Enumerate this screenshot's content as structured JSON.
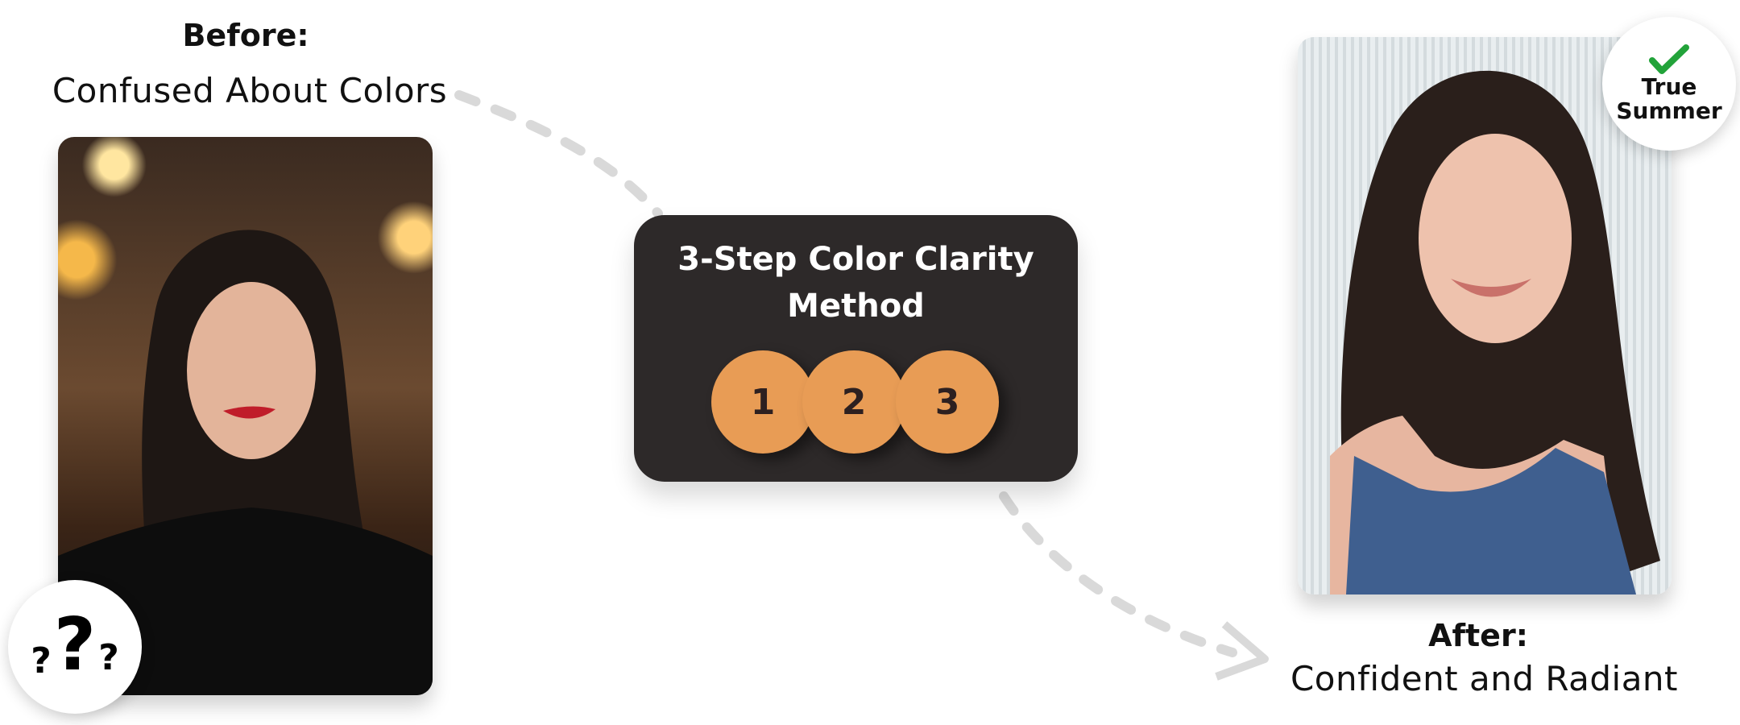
{
  "before": {
    "heading": "Before:",
    "caption": "Confused About Colors",
    "badge_icon": "question-marks-icon"
  },
  "method": {
    "title_line1": "3-Step Color Clarity",
    "title_line2": "Method",
    "steps": [
      "1",
      "2",
      "3"
    ]
  },
  "after": {
    "heading": "After:",
    "caption": "Confident and Radiant",
    "badge_line1": "True",
    "badge_line2": "Summer",
    "badge_icon": "checkmark-icon"
  },
  "colors": {
    "accent": "#e89c55",
    "box": "#2d2929",
    "check": "#22a33a",
    "arrow": "#d9d9d9"
  }
}
